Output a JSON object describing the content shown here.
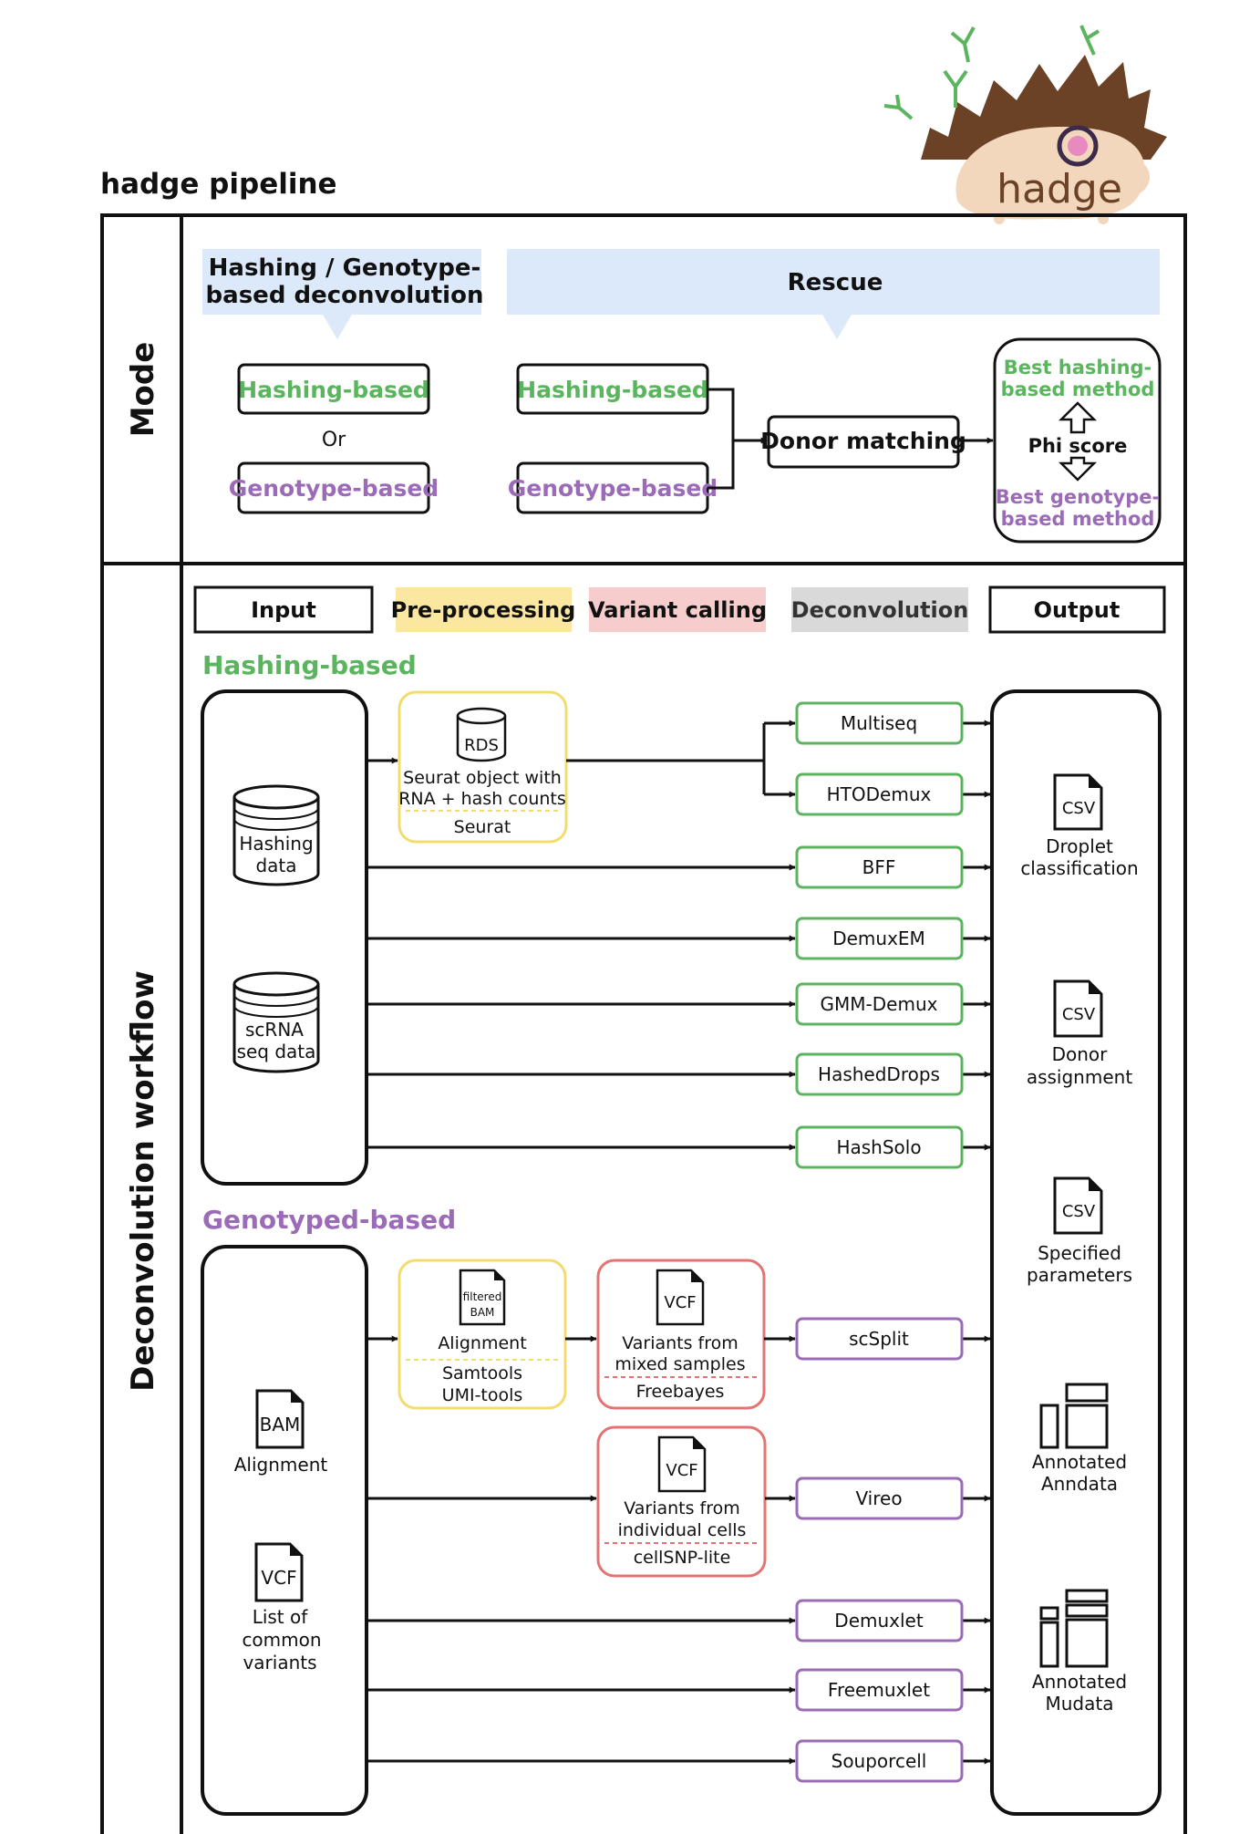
{
  "title": "hadge pipeline",
  "logo": {
    "text": "hadge"
  },
  "colors": {
    "green": "#5bb55e",
    "purple": "#9b6bb8",
    "yellow_border": "#f3dc6e",
    "yellow_fill": "#fbe7a0",
    "red_border": "#e57373",
    "red_fill": "#f6cccc",
    "gray_fill": "#d9d9d9",
    "blue_fill": "#dce9fb",
    "logo_brown": "#6b4226",
    "logo_cream": "#f2d7bd"
  },
  "mode": {
    "section_label": "Mode",
    "header_left": [
      "Hashing / Genotype-",
      "based deconvolution"
    ],
    "header_right": "Rescue",
    "left_hashing": "Hashing-based",
    "left_or": "Or",
    "left_genotype": "Genotype-based",
    "rescue_hashing": "Hashing-based",
    "rescue_genotype": "Genotype-based",
    "donor_matching": "Donor matching",
    "best_hashing": [
      "Best hashing-",
      "based method"
    ],
    "phi_score": "Phi score",
    "best_genotype": [
      "Best genotype-",
      "based method"
    ]
  },
  "workflow": {
    "section_label": "Deconvolution workflow",
    "legend": {
      "input": "Input",
      "preprocessing": "Pre-processing",
      "variant_calling": "Variant calling",
      "deconvolution": "Deconvolution",
      "output": "Output"
    },
    "hashing_title": "Hashing-based",
    "genotype_title": "Genotyped-based",
    "hashing_inputs": {
      "hashing_data": [
        "Hashing",
        "data"
      ],
      "scrna": [
        "scRNA",
        "seq data"
      ]
    },
    "seurat_box": {
      "icon_label": "RDS",
      "desc": [
        "Seurat object with",
        "RNA + hash counts"
      ],
      "tool": "Seurat"
    },
    "hashing_methods": [
      "Multiseq",
      "HTODemux",
      "BFF",
      "DemuxEM",
      "GMM-Demux",
      "HashedDrops",
      "HashSolo"
    ],
    "genotype_inputs": {
      "bam_icon": "BAM",
      "bam_label": "Alignment",
      "vcf_icon": "VCF",
      "vcf_label": [
        "List of",
        "common",
        "variants"
      ]
    },
    "alignment_box": {
      "icon_label": [
        "filtered",
        "BAM"
      ],
      "desc": "Alignment",
      "tools": [
        "Samtools",
        "UMI-tools"
      ]
    },
    "freebayes_box": {
      "icon_label": "VCF",
      "desc": [
        "Variants from",
        "mixed samples"
      ],
      "tool": "Freebayes"
    },
    "cellsnp_box": {
      "icon_label": "VCF",
      "desc": [
        "Variants from",
        "individual cells"
      ],
      "tool": "cellSNP-lite"
    },
    "genotype_methods": [
      "scSplit",
      "Vireo",
      "Demuxlet",
      "Freemuxlet",
      "Souporcell"
    ],
    "outputs": {
      "csv_icon": "CSV",
      "droplet": [
        "Droplet",
        "classification"
      ],
      "donor": [
        "Donor",
        "assignment"
      ],
      "params": [
        "Specified",
        "parameters"
      ],
      "anndata": [
        "Annotated",
        "Anndata"
      ],
      "mudata": [
        "Annotated",
        "Mudata"
      ]
    }
  }
}
